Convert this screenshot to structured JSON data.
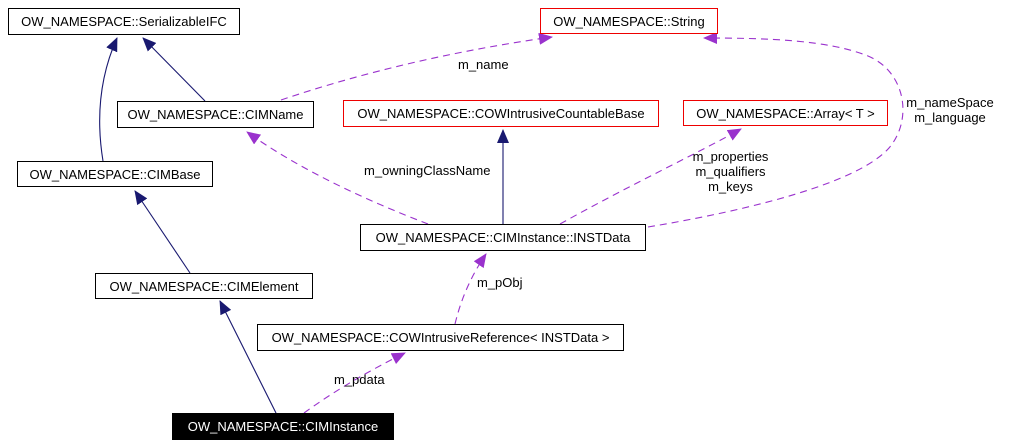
{
  "nodes": {
    "serializable_ifc": {
      "label": "OW_NAMESPACE::SerializableIFC"
    },
    "string": {
      "label": "OW_NAMESPACE::String"
    },
    "cim_name": {
      "label": "OW_NAMESPACE::CIMName"
    },
    "cow_intrusive_countable_base": {
      "label": "OW_NAMESPACE::COWIntrusiveCountableBase"
    },
    "array_t": {
      "label": "OW_NAMESPACE::Array< T >"
    },
    "cim_base": {
      "label": "OW_NAMESPACE::CIMBase"
    },
    "inst_data": {
      "label": "OW_NAMESPACE::CIMInstance::INSTData"
    },
    "cim_element": {
      "label": "OW_NAMESPACE::CIMElement"
    },
    "cow_intrusive_reference": {
      "label": "OW_NAMESPACE::COWIntrusiveReference< INSTData >"
    },
    "cim_instance": {
      "label": "OW_NAMESPACE::CIMInstance"
    }
  },
  "edge_labels": {
    "m_name": "m_name",
    "m_nameSpace": "m_nameSpace",
    "m_language": "m_language",
    "m_properties": "m_properties",
    "m_qualifiers": "m_qualifiers",
    "m_keys": "m_keys",
    "m_owningClassName": "m_owningClassName",
    "m_pObj": "m_pObj",
    "m_pdata": "m_pdata"
  },
  "colors": {
    "inheritance_edge": "#191970",
    "usage_edge": "#9a32cd",
    "node_border": "#000000",
    "truncated_node_border": "#ee0000",
    "root_node_background": "#000000",
    "root_node_text": "#ffffff",
    "background": "#ffffff"
  }
}
